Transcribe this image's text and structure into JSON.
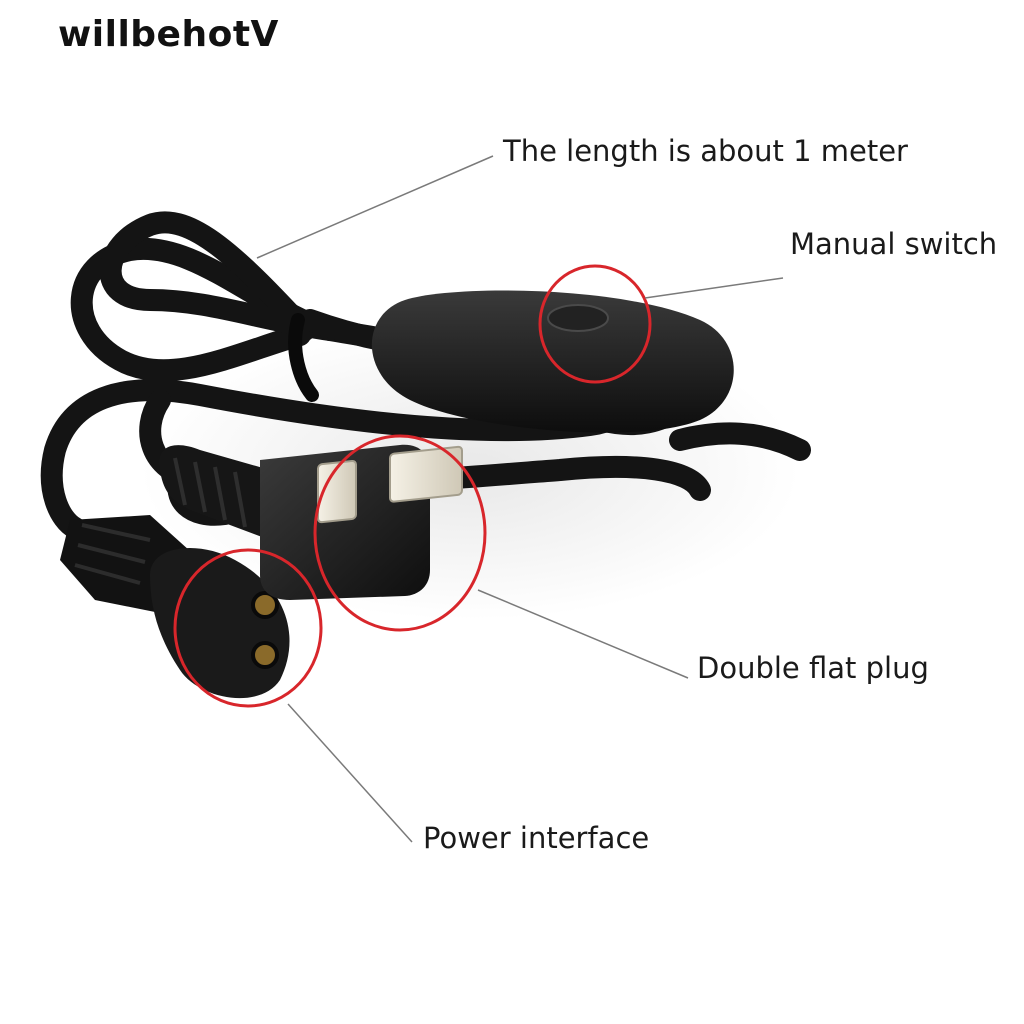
{
  "brand": "willbehotV",
  "callouts": {
    "length": "The length is about 1 meter",
    "switch": "Manual switch",
    "plug": "Double flat plug",
    "power": "Power interface"
  },
  "colors": {
    "highlight_ring": "#d8262b",
    "cable": "#141414",
    "leader_line": "#7a7a7a",
    "metal_prong": "#e9e4d8"
  }
}
